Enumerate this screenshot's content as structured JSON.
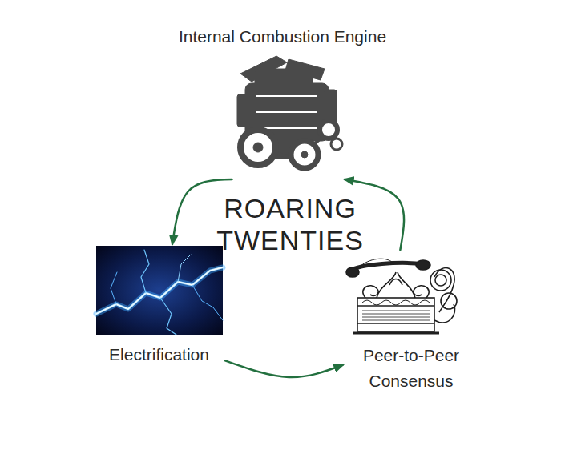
{
  "diagram": {
    "nodes": [
      {
        "text": [
          "Internal Combustion Engine"
        ]
      },
      {
        "text": [
          "Electrification"
        ]
      },
      {
        "text": [
          "Peer-to-Peer Consensus"
        ]
      }
    ],
    "edges": [
      {
        "from": 0,
        "to": 1,
        "arrow": "to"
      },
      {
        "from": 1,
        "to": 2,
        "arrow": "to"
      },
      {
        "from": 2,
        "to": 0,
        "arrow": "to"
      }
    ],
    "labels": [
      "ROARING TWENTIES"
    ]
  }
}
